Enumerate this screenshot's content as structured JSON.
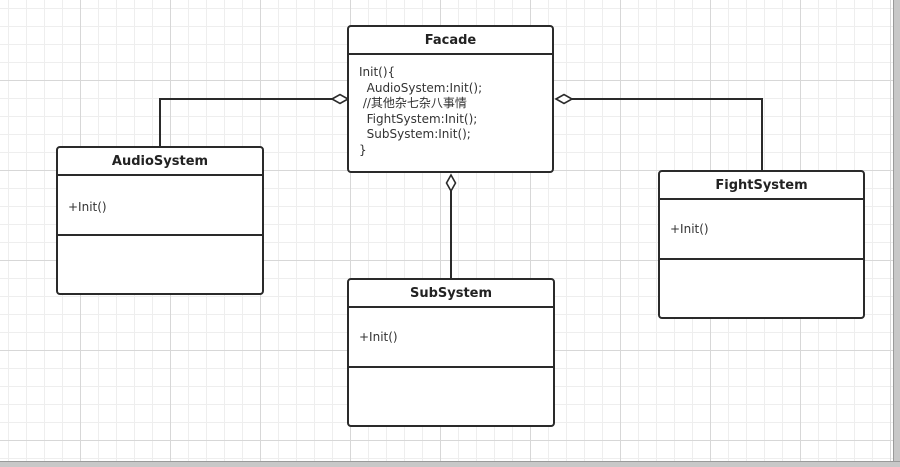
{
  "facade": {
    "name": "Facade",
    "body": [
      "Init(){",
      "  AudioSystem:Init();",
      " //其他杂七杂八事情",
      "  FightSystem:Init();",
      "  SubSystem:Init();",
      "}"
    ]
  },
  "audio_system": {
    "name": "AudioSystem",
    "method": "+Init()"
  },
  "sub_system": {
    "name": "SubSystem",
    "method": "+Init()"
  },
  "fight_system": {
    "name": "FightSystem",
    "method": "+Init()"
  },
  "colors": {
    "line": "#2a2a2a",
    "box_fill": "#ffffff",
    "grid": "#d7d7d7"
  }
}
